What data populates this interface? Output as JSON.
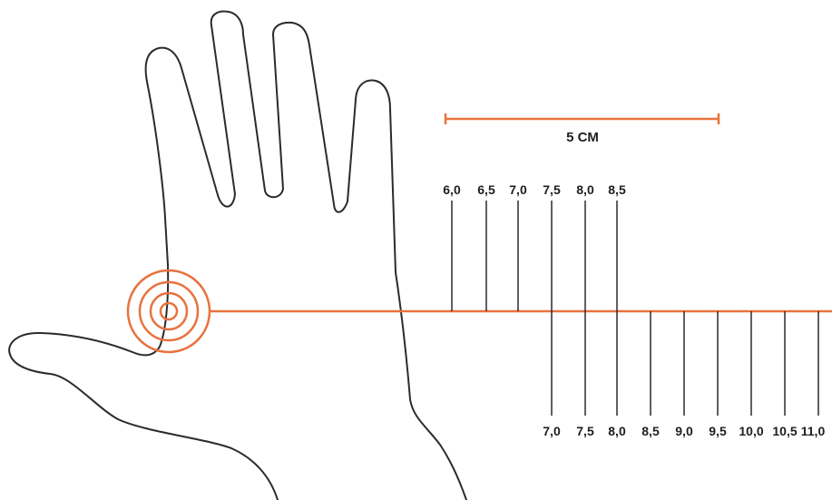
{
  "colors": {
    "accent": "#e8723f",
    "line": "#2b2b2b",
    "text": "#1e1e1e",
    "background": "#ffffff"
  },
  "scale_bar": {
    "label": "5 CM"
  },
  "upper_ticks": [
    "6,0",
    "6,5",
    "7,0",
    "7,5",
    "8,0",
    "8,5"
  ],
  "lower_ticks": [
    "7,0",
    "7,5",
    "8,0",
    "8,5",
    "9,0",
    "9,5",
    "10,0",
    "10,5",
    "11,0"
  ],
  "icons": {
    "hand": "hand-outline-icon",
    "target": "concentric-target-icon"
  }
}
